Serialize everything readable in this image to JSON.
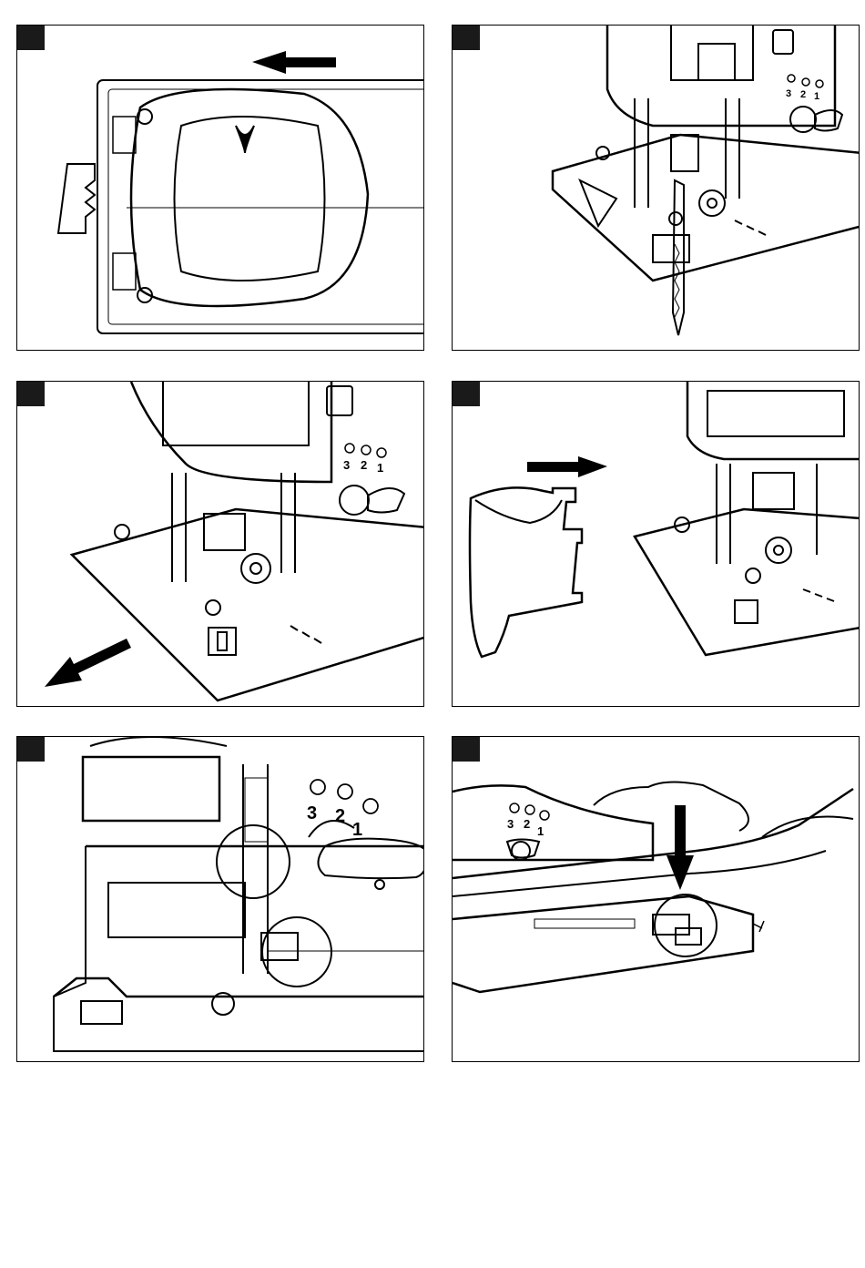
{
  "panels": [
    {
      "id": "p1"
    },
    {
      "id": "p2",
      "speed_marks": [
        "3",
        "2",
        "1"
      ]
    },
    {
      "id": "p3",
      "speed_marks": [
        "3",
        "2",
        "1"
      ]
    },
    {
      "id": "p4"
    },
    {
      "id": "p5",
      "speed_marks": [
        "3",
        "2",
        "1"
      ]
    },
    {
      "id": "p6",
      "speed_marks": [
        "3",
        "2",
        "1"
      ]
    }
  ]
}
